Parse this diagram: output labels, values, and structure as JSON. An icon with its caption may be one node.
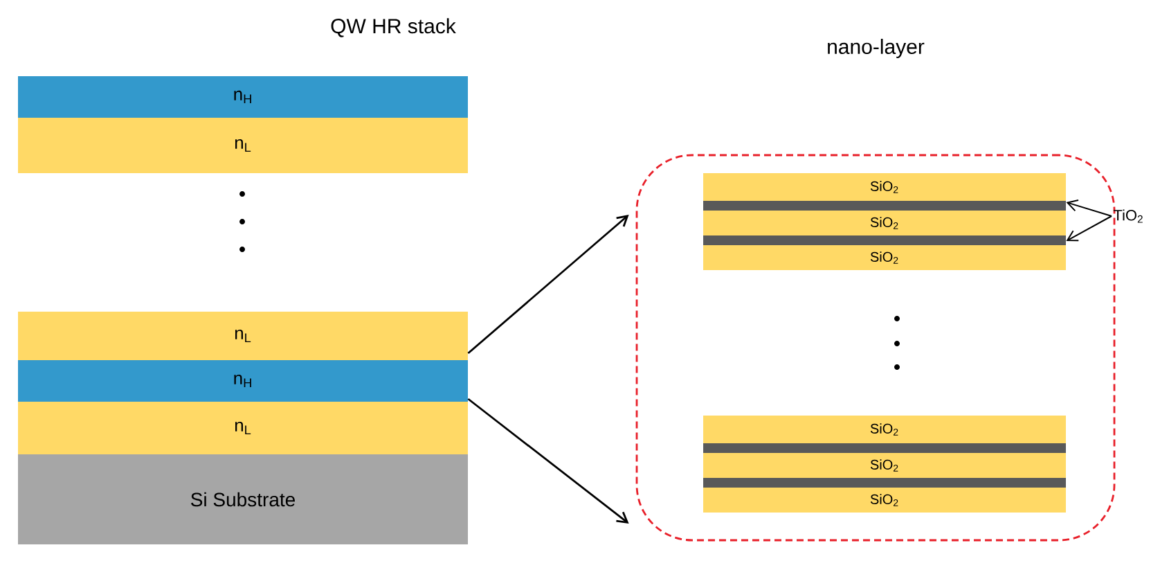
{
  "diagram": {
    "nodes": [
      {
        "text": [
          "n$_{H}$"
        ]
      },
      {
        "text": [
          "n$_{L}$"
        ]
      },
      {
        "text": [
          "n$_{L}$"
        ]
      },
      {
        "text": [
          "n$_{H}$"
        ]
      },
      {
        "text": [
          "n$_{L}$"
        ]
      },
      {
        "text": [
          "Si Substrate"
        ]
      },
      {
        "text": [
          "nano-layer"
        ]
      },
      {
        "text": [
          "SiO$_{2}$"
        ],
        "in": 6
      },
      {
        "text": [
          "SiO$_{2}$"
        ],
        "in": 6
      },
      {
        "text": [
          "SiO$_{2}$"
        ],
        "in": 6
      },
      {
        "text": [
          "SiO$_{2}$"
        ],
        "in": 6
      },
      {
        "text": [
          "SiO$_{2}$"
        ],
        "in": 6
      },
      {
        "text": [
          "SiO$_{2}$"
        ],
        "in": 6
      },
      {
        "text": [
          "TiO$_{2}$"
        ]
      },
      {
        "text": [],
        "shape": "bar",
        "in": 6
      },
      {
        "text": [],
        "shape": "bar",
        "in": 6
      },
      {
        "text": [],
        "shape": "bar",
        "in": 6
      },
      {
        "text": [],
        "shape": "bar",
        "in": 6
      }
    ],
    "edges": [
      {
        "from": 3,
        "to": 6,
        "arrow": "to"
      },
      {
        "from": 3,
        "to": 6,
        "arrow": "to"
      },
      {
        "from": 13,
        "to": 14,
        "arrow": "to"
      },
      {
        "from": 13,
        "to": 15,
        "arrow": "to"
      }
    ],
    "labels": [
      "QW HR stack"
    ]
  }
}
